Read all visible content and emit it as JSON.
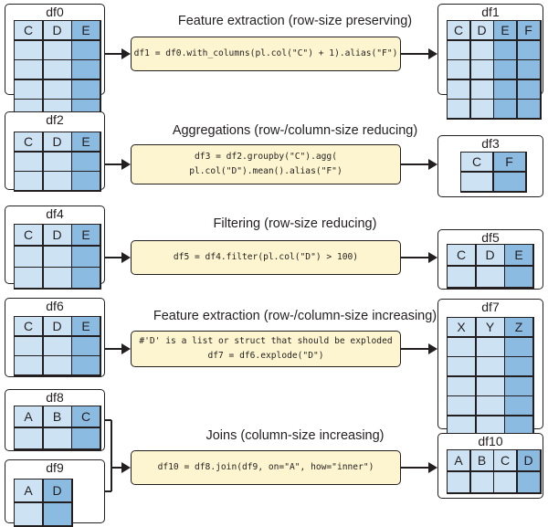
{
  "rows": [
    {
      "title": "Feature extraction (row-size preserving)",
      "code": [
        "df1 = df0.with_columns(pl.col(\"C\") + 1).alias(\"F\")"
      ],
      "inputs": [
        {
          "name": "df0",
          "columns": [
            "C",
            "D",
            "E"
          ],
          "dark_columns": [
            "E"
          ],
          "data_rows": 4
        }
      ],
      "output": {
        "name": "df1",
        "columns": [
          "C",
          "D",
          "E",
          "F"
        ],
        "dark_columns": [
          "E",
          "F"
        ],
        "data_rows": 4
      }
    },
    {
      "title": "Aggregations (row-/column-size reducing)",
      "code": [
        "df3 = df2.groupby(\"C\").agg(",
        "pl.col(\"D\").mean().alias(\"F\")"
      ],
      "inputs": [
        {
          "name": "df2",
          "columns": [
            "C",
            "D",
            "E"
          ],
          "dark_columns": [
            "E"
          ],
          "data_rows": 2
        }
      ],
      "output": {
        "name": "df3",
        "columns": [
          "C",
          "F"
        ],
        "dark_columns": [
          "F"
        ],
        "data_rows": 1
      }
    },
    {
      "title": "Filtering (row-size reducing)",
      "code": [
        "df5 = df4.filter(pl.col(\"D\") > 100)"
      ],
      "inputs": [
        {
          "name": "df4",
          "columns": [
            "C",
            "D",
            "E"
          ],
          "dark_columns": [
            "E"
          ],
          "data_rows": 2
        }
      ],
      "output": {
        "name": "df5",
        "columns": [
          "C",
          "D",
          "E"
        ],
        "dark_columns": [
          "E"
        ],
        "data_rows": 1
      }
    },
    {
      "title": "Feature extraction (row-/column-size increasing)",
      "code": [
        "#'D' is a list or struct that should be exploded",
        "df7 = df6.explode(\"D\")"
      ],
      "inputs": [
        {
          "name": "df6",
          "columns": [
            "C",
            "D",
            "E"
          ],
          "dark_columns": [
            "E"
          ],
          "data_rows": 2
        }
      ],
      "output": {
        "name": "df7",
        "columns": [
          "X",
          "Y",
          "Z"
        ],
        "dark_columns": [
          "Z"
        ],
        "data_rows": 5
      }
    },
    {
      "title": "Joins (column-size increasing)",
      "code": [
        "df10 = df8.join(df9, on=\"A\", how=\"inner\")"
      ],
      "inputs": [
        {
          "name": "df8",
          "columns": [
            "A",
            "B",
            "C"
          ],
          "dark_columns": [
            "C"
          ],
          "data_rows": 1
        },
        {
          "name": "df9",
          "columns": [
            "A",
            "D"
          ],
          "dark_columns": [
            "D"
          ],
          "data_rows": 1
        }
      ],
      "output": {
        "name": "df10",
        "columns": [
          "A",
          "B",
          "C",
          "D"
        ],
        "dark_columns": [
          "D"
        ],
        "data_rows": 1
      }
    }
  ]
}
